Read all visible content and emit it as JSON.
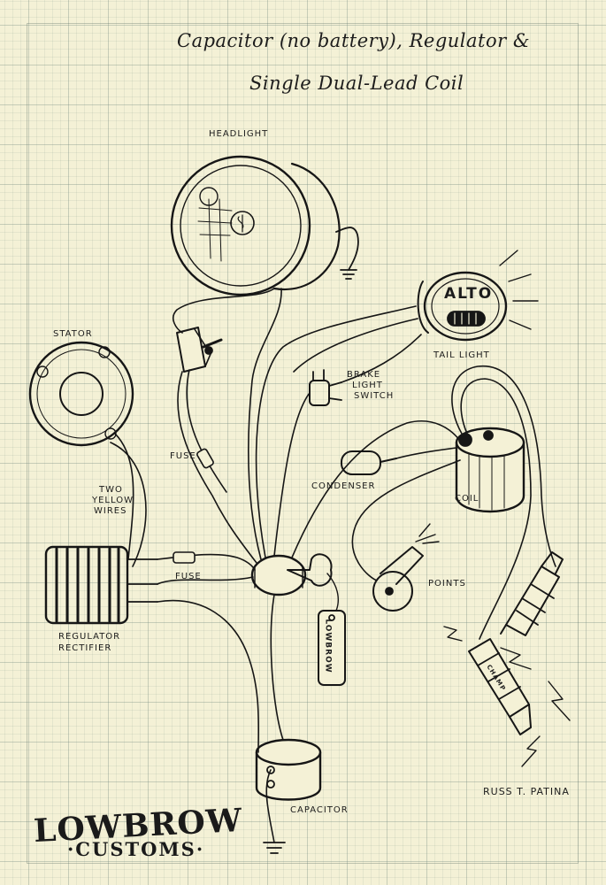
{
  "title": {
    "line1": "Capacitor (no battery), Regulator &",
    "line2": "Single Dual-Lead Coil"
  },
  "labels": {
    "headlight": "HEADLIGHT",
    "stator": "STATOR",
    "taillight": "TAIL LIGHT",
    "taillight_badge": "ALTO",
    "brake_switch_1": "BRAKE",
    "brake_switch_2": "LIGHT",
    "brake_switch_3": "SWITCH",
    "fuse_upper": "FUSE",
    "fuse_lower": "FUSE",
    "two_yellow_1": "TWO",
    "two_yellow_2": "YELLOW",
    "two_yellow_3": "WIRES",
    "condenser": "CONDENSER",
    "coil": "COIL",
    "points": "POINTS",
    "regulator_1": "REGULATOR",
    "regulator_2": "RECTIFIER",
    "capacitor": "CAPACITOR",
    "key_tag": "LOWBROW",
    "plug_brand": "CHAMP"
  },
  "signature": "RUSS T. PATINA",
  "logo": {
    "line1": "LOWBROW",
    "line2": "·CUSTOMS·"
  }
}
